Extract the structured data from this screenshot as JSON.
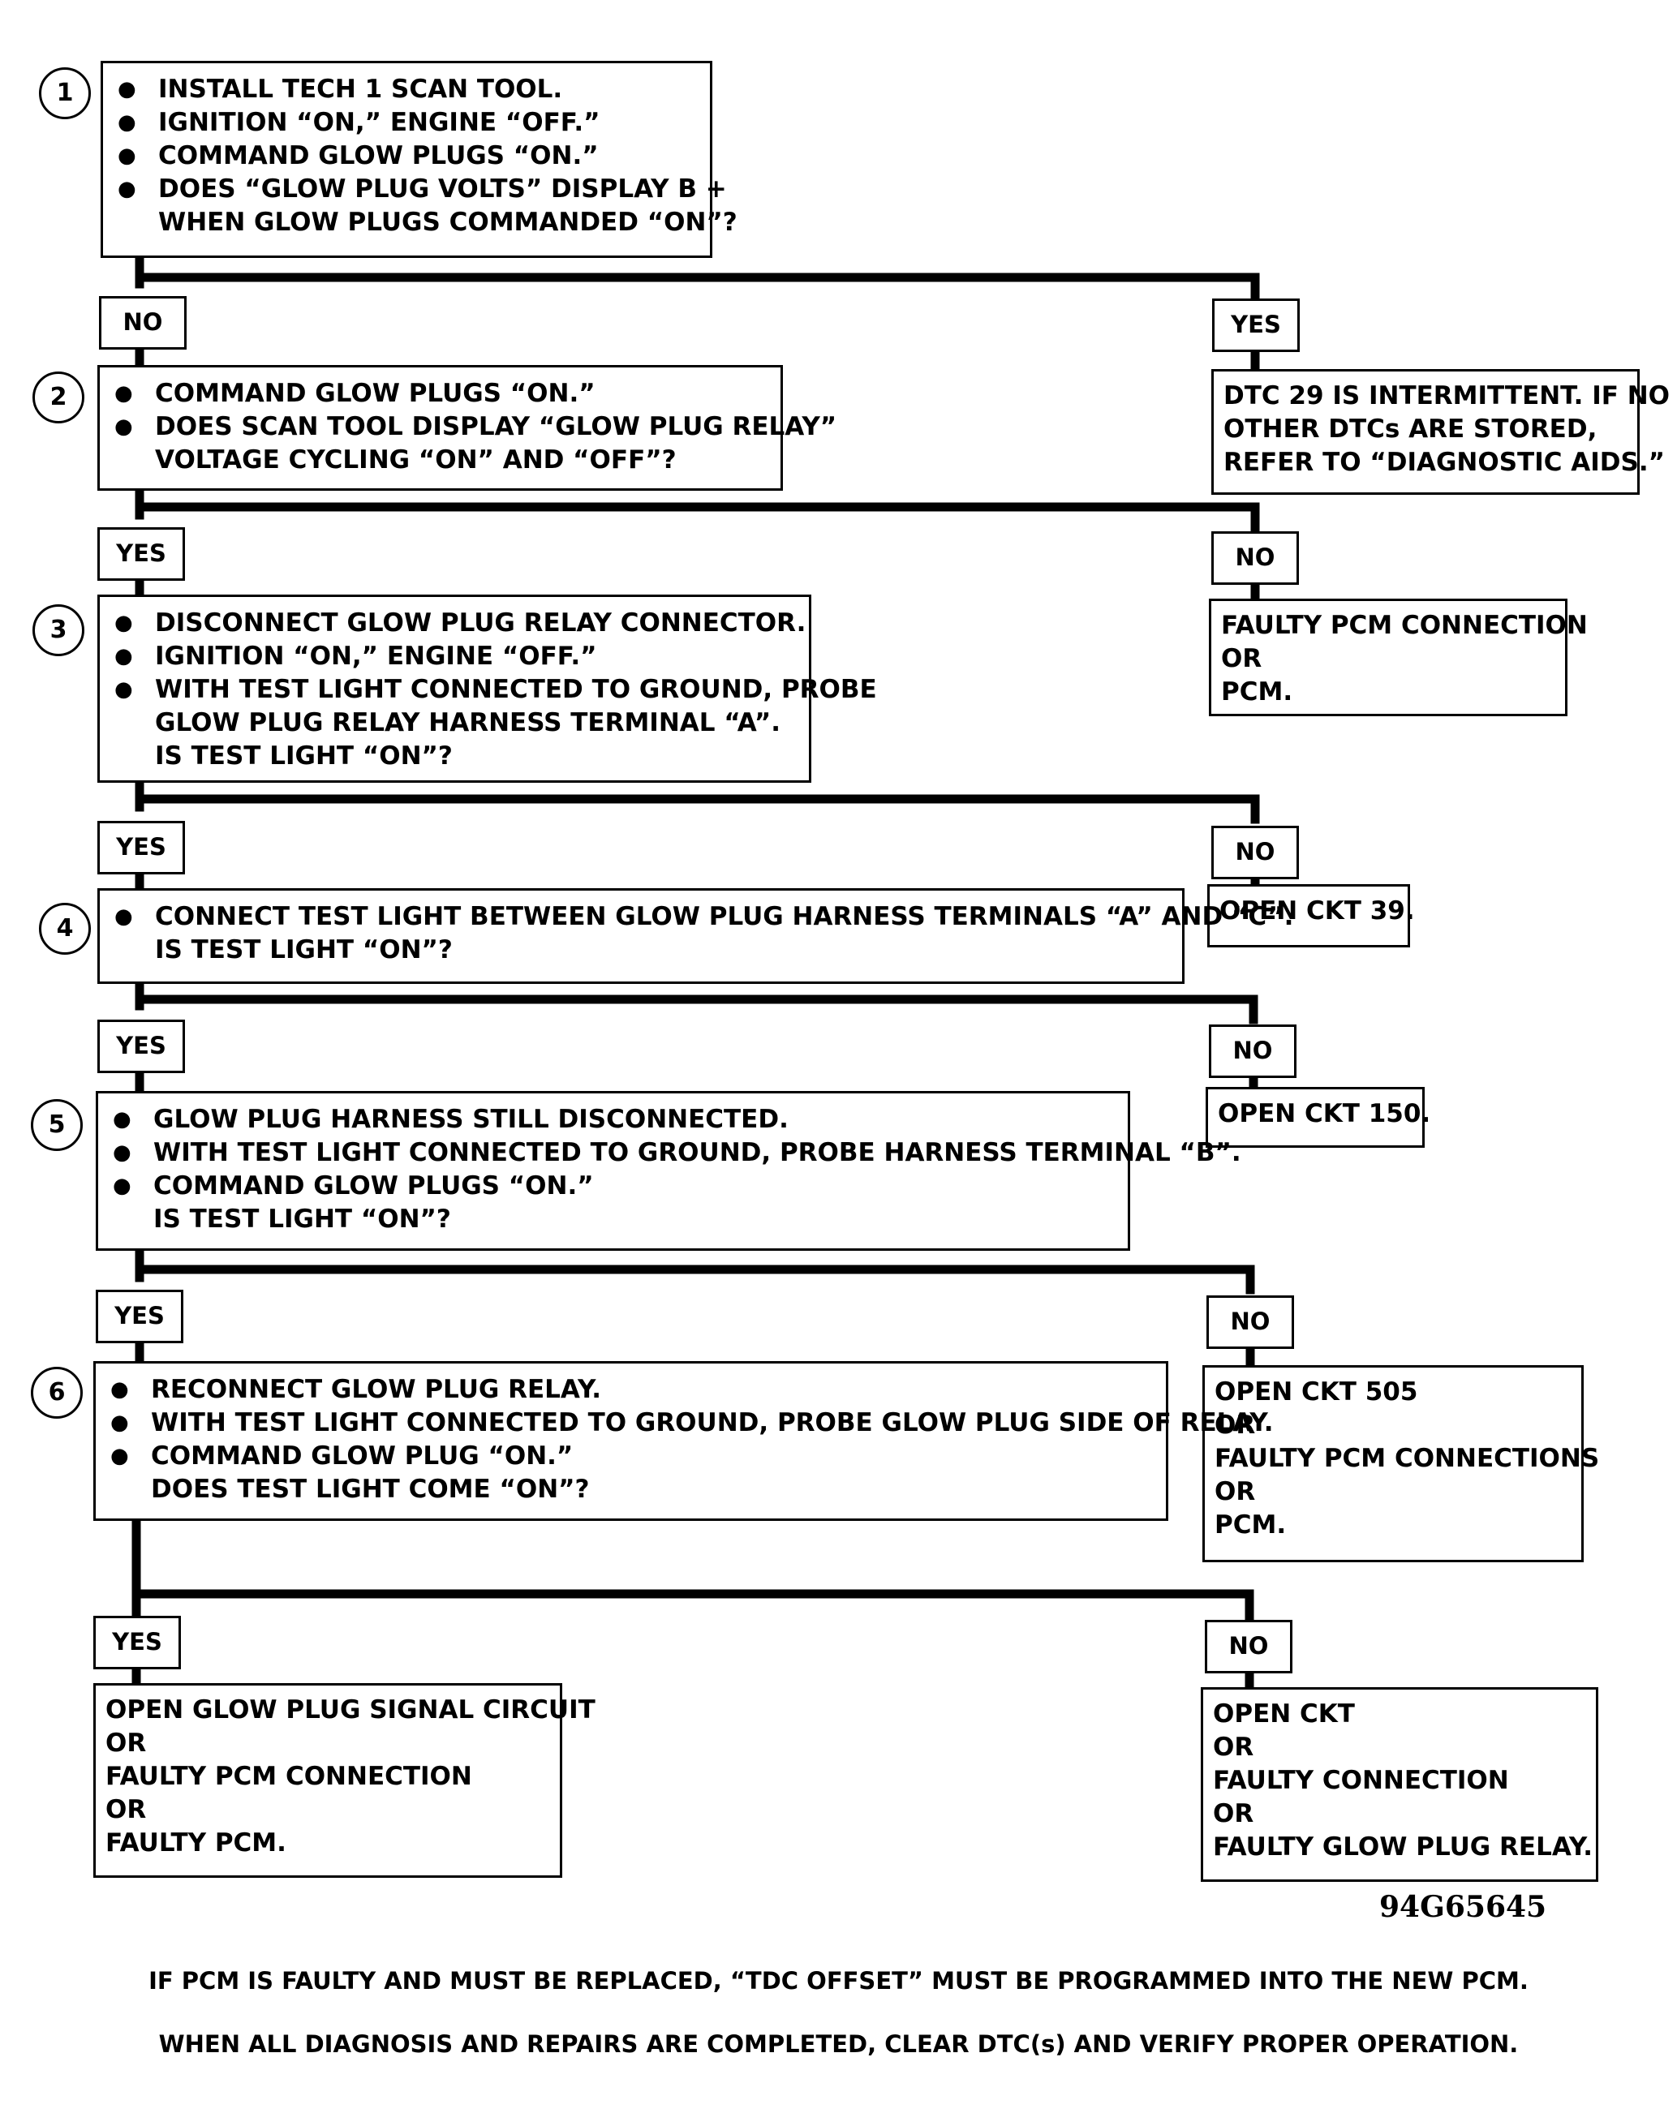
{
  "steps": [
    {
      "number": "1",
      "lines": [
        "INSTALL TECH 1 SCAN TOOL.",
        "IGNITION “ON,” ENGINE “OFF.”",
        "COMMAND GLOW PLUGS “ON.”",
        "DOES “GLOW PLUG VOLTS” DISPLAY B +",
        "WHEN GLOW PLUGS COMMANDED “ON”?"
      ]
    },
    {
      "number": "2",
      "lines": [
        "COMMAND GLOW PLUGS “ON.”",
        "DOES SCAN TOOL DISPLAY “GLOW PLUG RELAY”",
        "VOLTAGE CYCLING “ON” AND “OFF”?"
      ]
    },
    {
      "number": "3",
      "lines": [
        "DISCONNECT GLOW PLUG RELAY CONNECTOR.",
        "IGNITION “ON,” ENGINE “OFF.”",
        "WITH TEST LIGHT CONNECTED TO GROUND, PROBE",
        "GLOW PLUG RELAY HARNESS TERMINAL “A”.",
        "IS TEST LIGHT “ON”?"
      ]
    },
    {
      "number": "4",
      "lines": [
        "CONNECT TEST LIGHT BETWEEN GLOW PLUG HARNESS TERMINALS “A” AND “C”.",
        "IS TEST LIGHT “ON”?"
      ]
    },
    {
      "number": "5",
      "lines": [
        "GLOW PLUG HARNESS STILL DISCONNECTED.",
        "WITH TEST LIGHT CONNECTED TO GROUND, PROBE HARNESS TERMINAL “B”.",
        "COMMAND GLOW PLUGS “ON.”",
        "IS TEST LIGHT “ON”?"
      ]
    },
    {
      "number": "6",
      "lines": [
        "RECONNECT GLOW PLUG RELAY.",
        "WITH TEST LIGHT CONNECTED TO GROUND, PROBE GLOW PLUG SIDE OF RELAY.",
        "COMMAND GLOW PLUG “ON.”",
        "DOES TEST LIGHT COME “ON”?"
      ]
    }
  ],
  "labels": {
    "l1_left": "NO",
    "l1_right": "YES",
    "l2_left": "YES",
    "l2_right": "NO",
    "l3_left": "YES",
    "l3_right": "NO",
    "l4_left": "YES",
    "l4_right": "NO",
    "l5_left": "YES",
    "l5_right": "NO",
    "l6_left": "YES",
    "l6_right": "NO"
  },
  "results": {
    "r1": [
      "DTC 29 IS INTERMITTENT.  IF NO",
      "OTHER DTCs ARE STORED,",
      "REFER TO “DIAGNOSTIC AIDS.”"
    ],
    "r2": [
      "FAULTY PCM CONNECTION",
      "OR",
      "PCM."
    ],
    "r3": [
      "OPEN CKT 39."
    ],
    "r4": [
      "OPEN CKT 150."
    ],
    "r5": [
      "OPEN CKT 505",
      "OR",
      "FAULTY PCM CONNECTIONS",
      "OR",
      "PCM."
    ],
    "r6_left": [
      "OPEN GLOW PLUG SIGNAL CIRCUIT",
      "OR",
      "FAULTY PCM CONNECTION",
      "OR",
      "FAULTY PCM."
    ],
    "r6_right": [
      "OPEN CKT",
      "OR",
      "FAULTY CONNECTION",
      "OR",
      "FAULTY GLOW PLUG RELAY."
    ]
  },
  "figure_code": "94G65645",
  "notes": [
    "IF PCM IS FAULTY AND MUST BE REPLACED, “TDC OFFSET” MUST BE PROGRAMMED INTO THE NEW PCM.",
    "WHEN ALL DIAGNOSIS AND REPAIRS ARE COMPLETED, CLEAR DTC(s) AND VERIFY PROPER OPERATION."
  ]
}
